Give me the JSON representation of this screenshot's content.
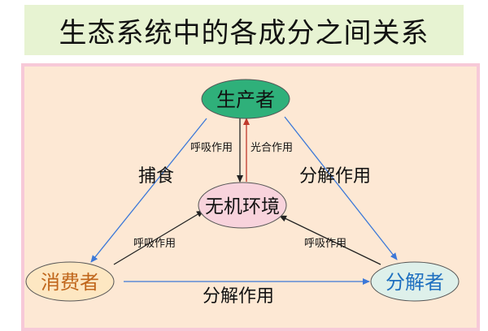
{
  "title": "生态系统中的各成分之间关系",
  "nodes": {
    "producer": "生产者",
    "environment": "无机环境",
    "consumer": "消费者",
    "decomposer": "分解者"
  },
  "labels": {
    "producer_respiration": "呼吸作用",
    "photosynthesis": "光合作用",
    "predation": "捕食",
    "producer_decomposition": "分解作用",
    "consumer_respiration": "呼吸作用",
    "decomposer_respiration": "呼吸作用",
    "consumer_decomposition": "分解作用"
  },
  "colors": {
    "title_bg": "#e7f3d2",
    "panel_bg": "#fde8d4",
    "panel_border": "#f7c9d8",
    "producer_fill": "#2fb07a",
    "environment_fill": "#f8d3dc",
    "consumer_fill": "#fde7c2",
    "consumer_text": "#c0661b",
    "decomposer_fill": "#def0ea",
    "decomposer_text": "#1f70c0",
    "blue_arrow": "#3c78d8",
    "red_arrow": "#c0392b",
    "black_arrow": "#222222"
  }
}
